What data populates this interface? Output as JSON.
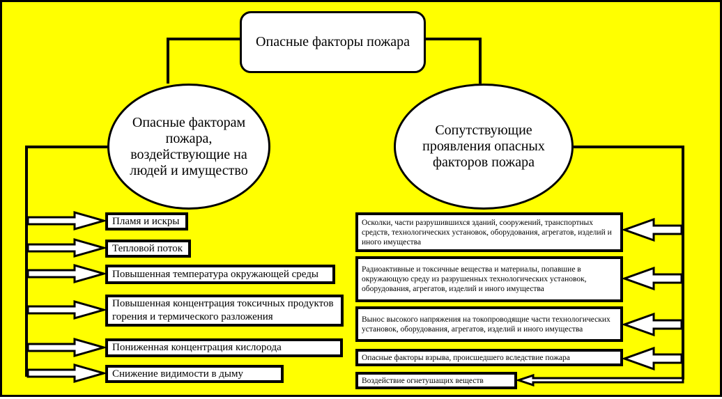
{
  "diagram": {
    "title": "Опасные факторы пожара",
    "left_group": {
      "label": "Опасные факторам пожара, воздействующие на людей и имущество",
      "items": [
        "Пламя и искры",
        "Тепловой поток",
        "Повышенная температура окружающей среды",
        "Повышенная концентрация токсичных продуктов горения и термического разложения",
        "Пониженная концентрация кислорода",
        "Снижение видимости в дыму"
      ]
    },
    "right_group": {
      "label": "Сопутствующие проявления опасных факторов пожара",
      "items": [
        "Осколки, части разрушившихся зданий, сооружений, транспортных средств, технологических установок, оборудования, агрегатов, изделий и иного имущества",
        "Радиоактивные и токсичные вещества и материалы, попавшие в окружающую среду из разрушенных технологических установок, оборудования, агрегатов, изделий и иного имущества",
        "Вынос высокого напряжения на токопроводящие части технологических установок, оборудования, агрегатов, изделий и иного имущества",
        "Опасные факторы взрыва, происшедшего вследствие пожара",
        "Воздействие огнетушащих веществ"
      ]
    },
    "colors": {
      "background": "#ffff00",
      "box_fill": "#ffffff",
      "stroke": "#000000"
    }
  }
}
